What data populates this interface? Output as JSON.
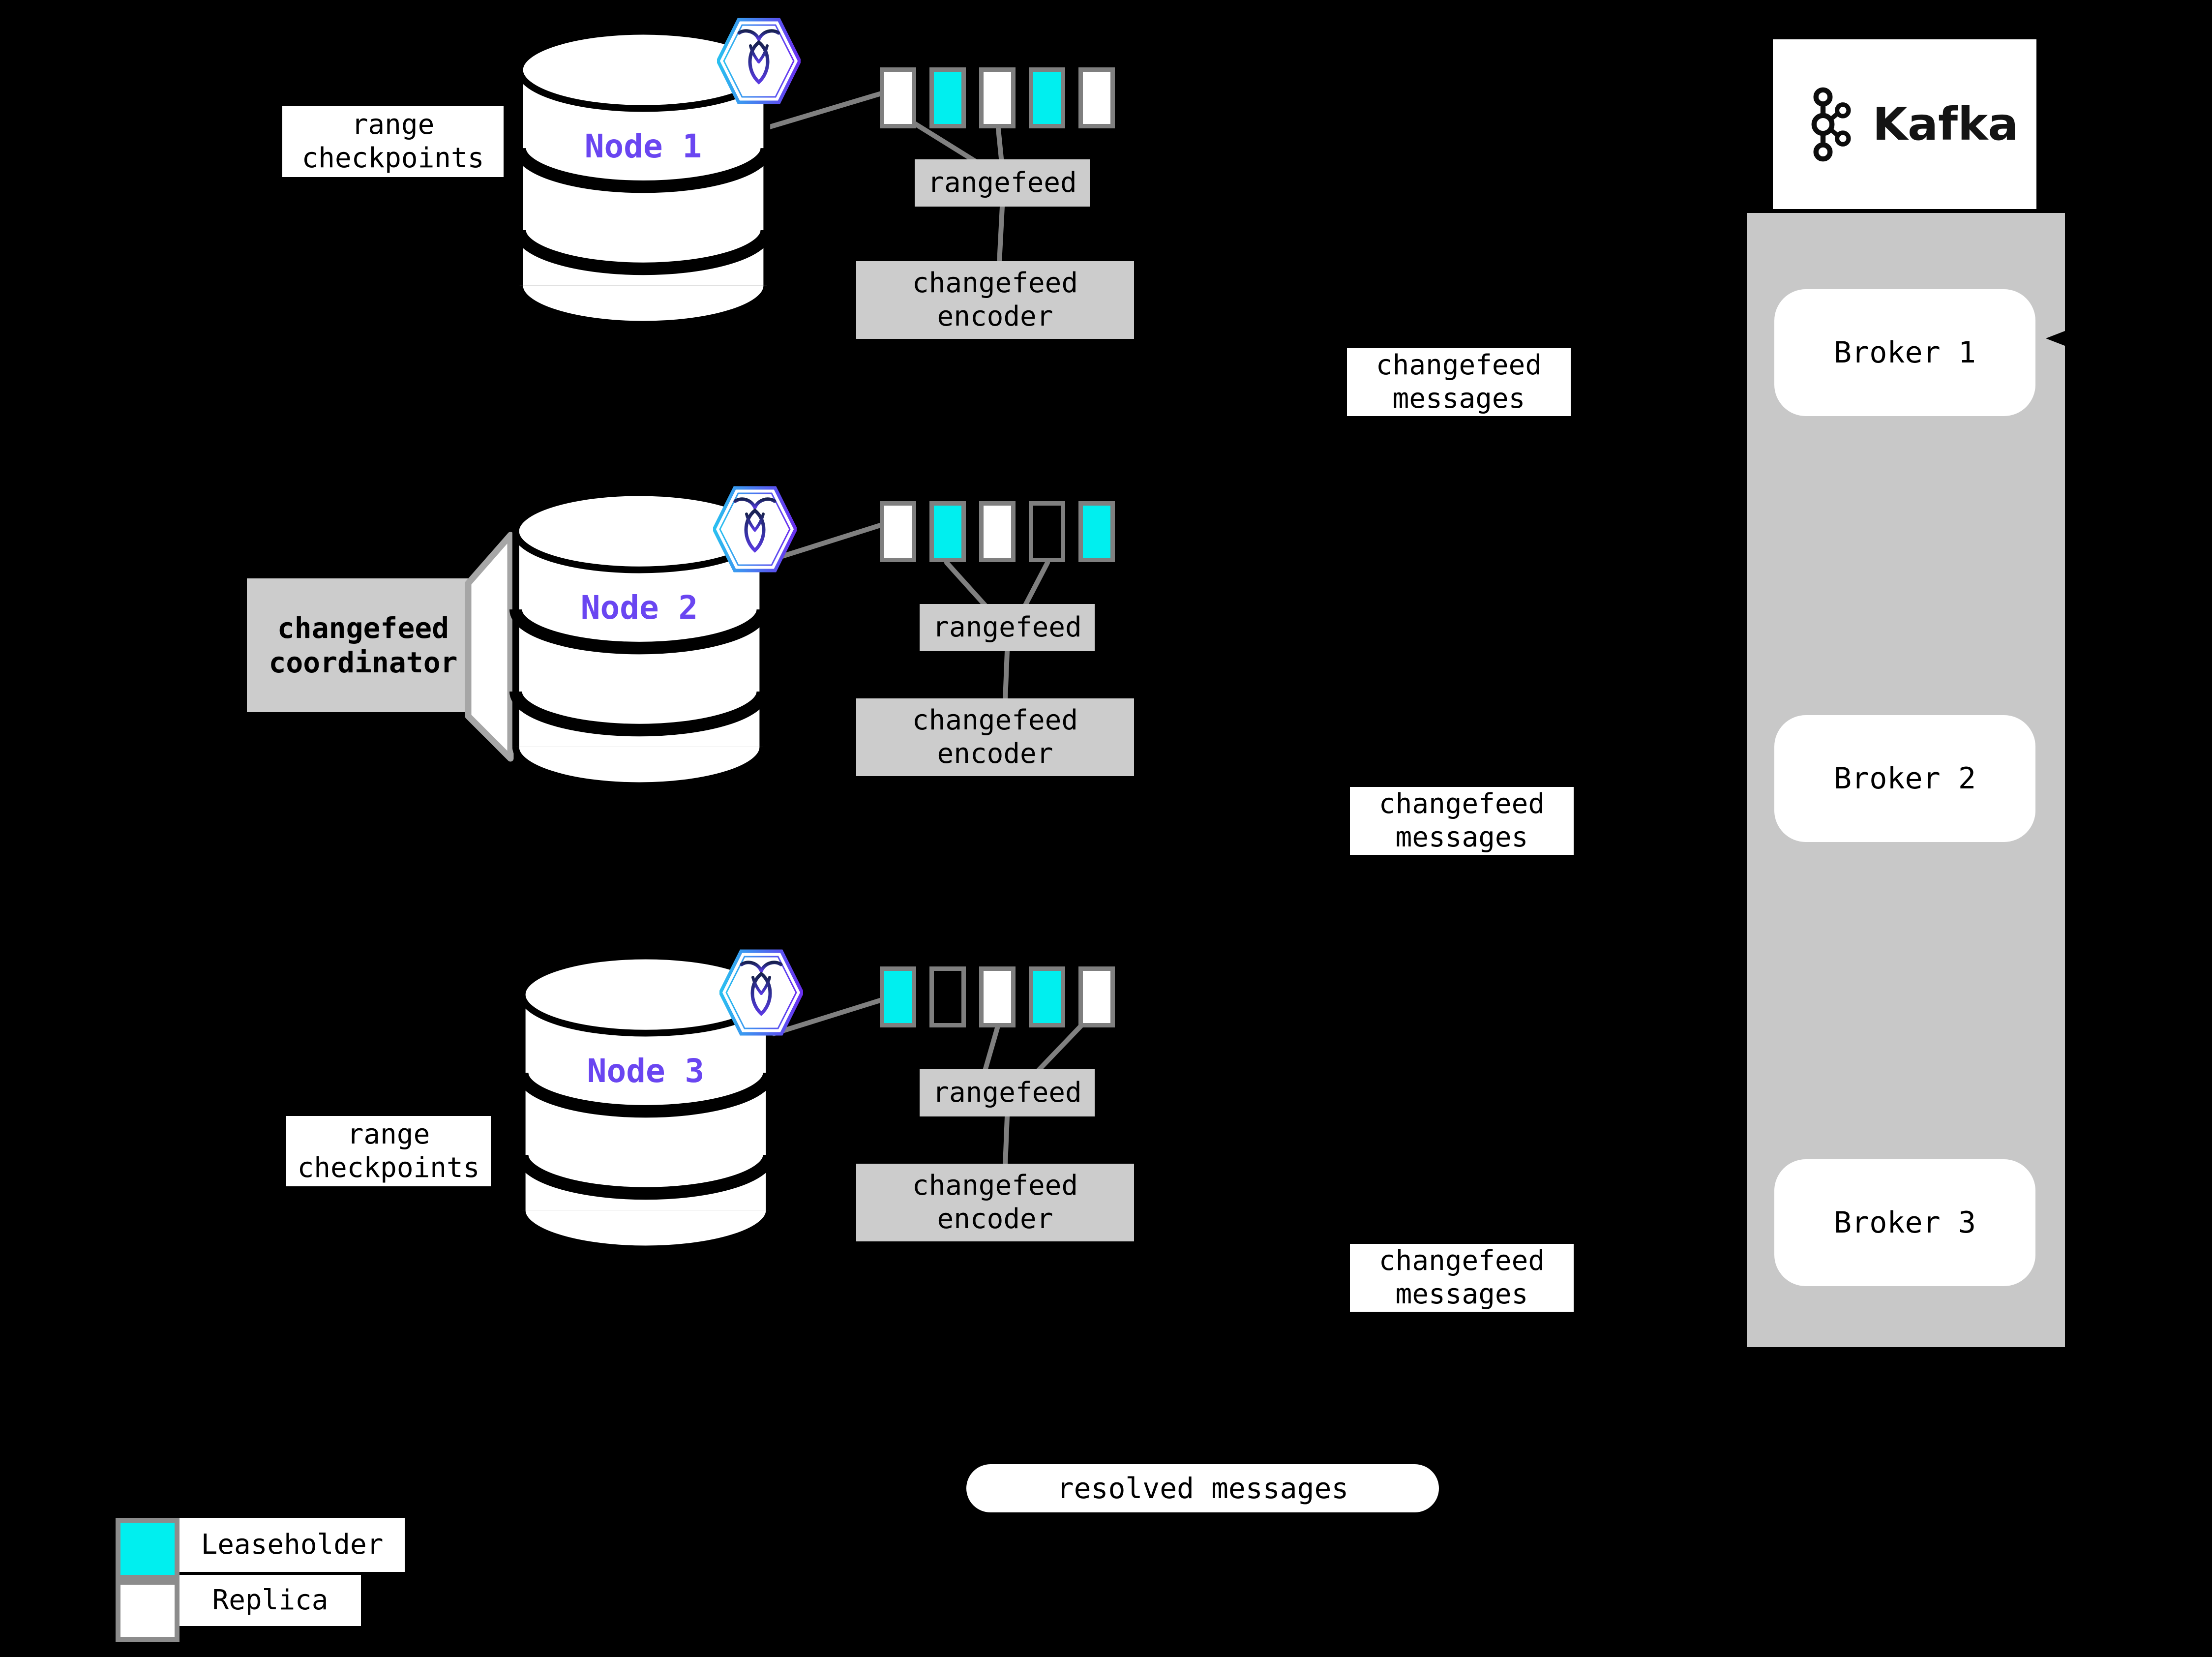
{
  "colors": {
    "background": "#000000",
    "leaseholder": "#00efef",
    "replica": "#ffffff",
    "box_gray": "#cccccc",
    "container_gray": "#c8c8c8",
    "line_gray": "#808080",
    "border_gray": "#7f7f7f",
    "node_label": "#6a46f1",
    "hex_grad_start": "#2ac0f0",
    "hex_grad_end": "#6a2ff0",
    "glyph_grad_start": "#18214f",
    "glyph_grad_mid": "#33309e",
    "glyph_grad_end": "#5a3ae0"
  },
  "icons": {
    "crdb": "cockroachdb-hexagon-icon",
    "kafka": "kafka-network-icon",
    "arrow": "left-arrowhead-icon"
  },
  "nodes": [
    {
      "label": "Node 1",
      "rangefeed_label": "rangefeed",
      "encoder_label": "changefeed encoder",
      "messages_label": "changefeed messages",
      "ranges": [
        "replica",
        "leaseholder",
        "replica",
        "leaseholder",
        "replica"
      ]
    },
    {
      "label": "Node 2",
      "rangefeed_label": "rangefeed",
      "encoder_label": "changefeed encoder",
      "messages_label": "changefeed messages",
      "ranges": [
        "replica",
        "leaseholder",
        "replica",
        "empty",
        "leaseholder"
      ]
    },
    {
      "label": "Node 3",
      "rangefeed_label": "rangefeed",
      "encoder_label": "changefeed encoder",
      "messages_label": "changefeed messages",
      "ranges": [
        "leaseholder",
        "empty",
        "replica",
        "leaseholder",
        "replica"
      ]
    }
  ],
  "labels": {
    "range_checkpoints_top": "range checkpoints",
    "range_checkpoints_bottom": "range checkpoints",
    "changefeed_coordinator": "changefeed coordinator",
    "resolved_messages": "resolved messages"
  },
  "kafka": {
    "title": "Kafka",
    "brokers": [
      {
        "label": "Broker 1"
      },
      {
        "label": "Broker 2"
      },
      {
        "label": "Broker 3"
      }
    ]
  },
  "legend": {
    "items": [
      {
        "type": "leaseholder",
        "label": "Leaseholder"
      },
      {
        "type": "replica",
        "label": "Replica"
      }
    ]
  }
}
